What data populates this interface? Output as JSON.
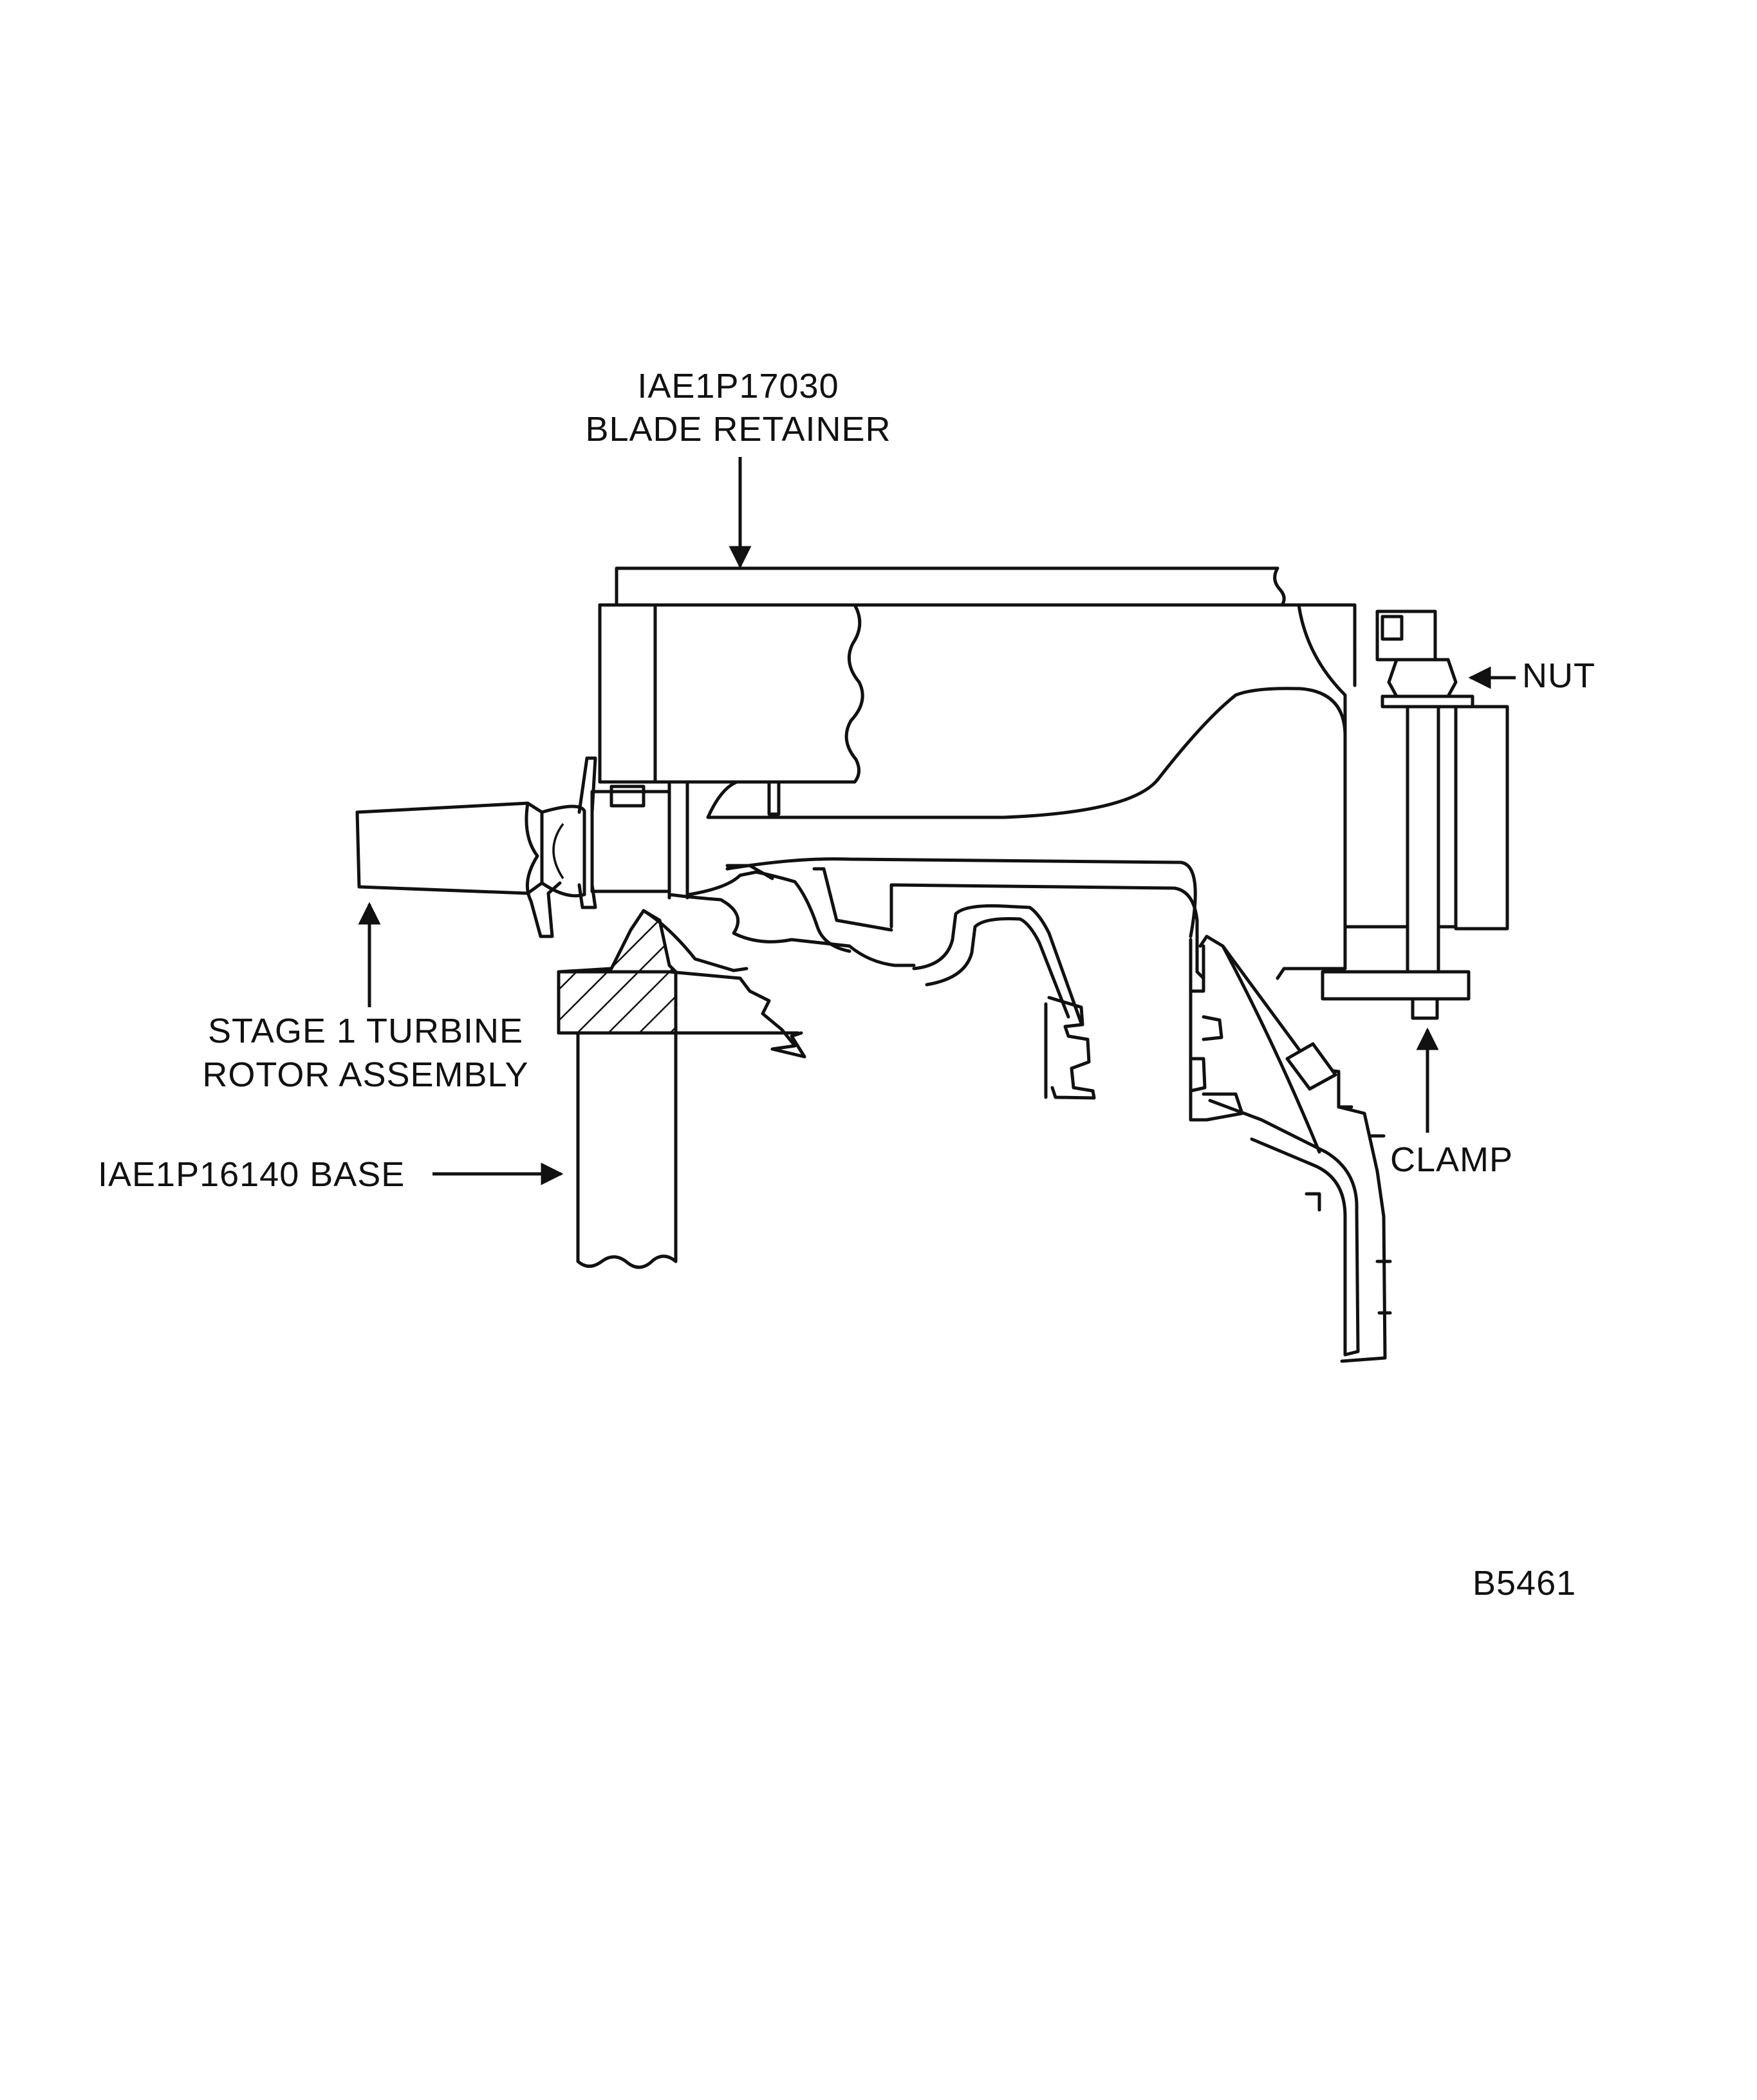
{
  "labels": {
    "blade_retainer_part": "IAE1P17030",
    "blade_retainer_name": "BLADE RETAINER",
    "nut": "NUT",
    "rotor_line1": "STAGE 1 TURBINE",
    "rotor_line2": "ROTOR ASSEMBLY",
    "clamp": "CLAMP",
    "base": "IAE1P16140 BASE",
    "figure_id": "B5461"
  }
}
